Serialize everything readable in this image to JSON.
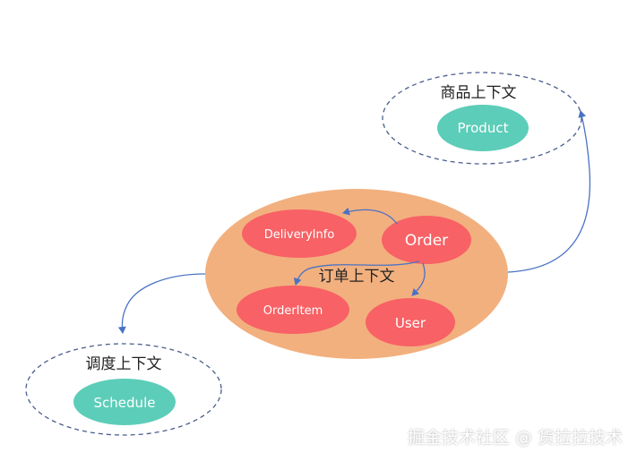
{
  "colors": {
    "order_context_fill": "#f2b07e",
    "entity_red": "#f86165",
    "entity_teal": "#5ccdb8",
    "dashed_border": "#4a5d8c",
    "arrow": "#4a72c4"
  },
  "contexts": {
    "product": {
      "title": "商品上下文",
      "entity": "Product"
    },
    "order": {
      "title": "订单上下文",
      "entities": {
        "delivery_info": "DeliveryInfo",
        "order": "Order",
        "order_item": "OrderItem",
        "user": "User"
      }
    },
    "schedule": {
      "title": "调度上下文",
      "entity": "Schedule"
    }
  },
  "watermark": "掘金技术社区 @ 货拉拉技术"
}
